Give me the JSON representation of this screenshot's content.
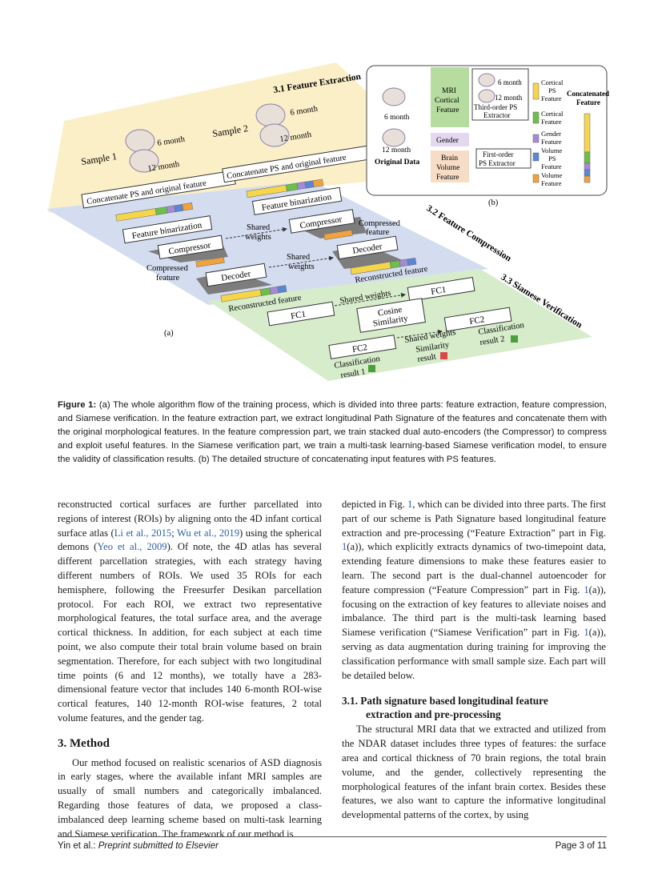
{
  "figure": {
    "section_extraction": "3.1 Feature Extraction",
    "section_compression": "3.2 Feature Compression",
    "section_verification": "3.3 Siamese Verification",
    "sample1": "Sample 1",
    "sample2": "Sample 2",
    "month6": "6 month",
    "month12": "12 month",
    "concat": "Concatenate PS and original feature",
    "binarization": "Feature binarization",
    "compressor": "Compressor",
    "decoder": "Decoder",
    "shared_weights": "Shared",
    "shared_weights2": "weights",
    "shared_weights_full": "Shared weights",
    "compressed1": "Compressed",
    "compressed2": "feature",
    "reconstructed": "Reconstructed feature",
    "fc1": "FC1",
    "fc2": "FC2",
    "cosine1": "Cosine",
    "cosine2": "Similarity",
    "class_result1a": "Classification",
    "class_result1b": "result 1",
    "class_result2a": "Classification",
    "class_result2b": "result 2",
    "sim_result1": "Similarity",
    "sim_result2": "result",
    "label_a": "(a)",
    "label_b": "(b)",
    "inset": {
      "mri1": "MRI",
      "mri2": "Cortical",
      "mri3": "Feature",
      "month6": "6 month",
      "month12": "12 month",
      "third1": "Third-order PS",
      "third2": "Extractor",
      "original": "Original Data",
      "gender": "Gender",
      "brain1": "Brain",
      "brain2": "Volume",
      "brain3": "Feature",
      "first1": "First-order",
      "first2": "PS Extractor",
      "cps1": "Cortical",
      "cps2": "PS",
      "cps3": "Feature",
      "cf1": "Cortical",
      "cf2": "Feature",
      "gf1": "Gender",
      "gf2": "Feature",
      "vps1": "Volume",
      "vps2": "PS",
      "vps3": "Feature",
      "vf1": "Volume",
      "vf2": "Feature",
      "concat1": "Concatenated",
      "concat2": "Feature"
    },
    "colors": {
      "extraction_bg": "#fbefc8",
      "compression_bg": "#d4ddf0",
      "verification_bg": "#d6eccb",
      "box_fill": "#ffffff",
      "inset_green": "#b6dca0",
      "inset_purple": "#e3d8f0",
      "inset_peach": "#f7dcc6",
      "bar_yellow": "#f5d64a",
      "bar_orange": "#f2a23c",
      "bar_green": "#6cc04a",
      "bar_purple": "#a58bd6",
      "bar_blue": "#5b86d6"
    }
  },
  "caption": {
    "label": "Figure 1:",
    "text": " (a) The whole algorithm flow of the training process, which is divided into three parts: feature extraction, feature compression, and Siamese verification. In the feature extraction part, we extract longitudinal Path Signature of the features and concatenate them with the original morphological features. In the feature compression part, we train stacked dual auto-encoders (the Compressor) to compress and exploit useful features. In the Siamese verification part, we train a multi-task learning-based Siamese verification model, to ensure the validity of classification results. (b) The detailed structure of concatenating input features with PS features."
  },
  "left_column": {
    "p1_a": "reconstructed cortical surfaces are further parcellated into regions of interest (ROIs) by aligning onto the 4D infant cortical surface atlas (",
    "cite_li": "Li et al., 2015",
    "p1_b": "; ",
    "cite_wu": "Wu et al., 2019",
    "p1_c": ") using the spherical demons (",
    "cite_yeo": "Yeo et al., 2009",
    "p1_d": "). Of note, the 4D atlas has several different parcellation strategies, with each strategy having different numbers of ROIs. We used 35 ROIs for each hemisphere, following the Freesurfer Desikan parcellation protocol. For each ROI, we extract two representative morphological features, the total surface area, and the average cortical thickness. In addition, for each subject at each time point, we also compute their total brain volume based on brain segmentation. Therefore, for each subject with two longitudinal time points (6 and 12 months), we totally have a 283-dimensional feature vector that includes 140 6-month ROI-wise cortical features, 140 12-month ROI-wise features, 2 total volume features, and the gender tag.",
    "heading": "3.  Method",
    "p2": "Our method focused on realistic scenarios of ASD diagnosis in early stages, where the available infant MRI samples are usually of small numbers and categorically imbalanced. Regarding those features of data, we proposed a class-imbalanced deep learning scheme based on multi-task learning and Siamese verification. The framework of our method is"
  },
  "right_column": {
    "p1_a": "depicted in Fig. ",
    "ref1": "1",
    "p1_b": ", which can be divided into three parts. The first part of our scheme is Path Signature based longitudinal feature extraction and pre-processing (“Feature Extraction” part in Fig. ",
    "ref2": "1",
    "p1_c": "(a)), which explicitly extracts dynamics of two-timepoint data, extending feature dimensions to make these features easier to learn. The second part is the dual-channel autoencoder for feature compression (“Feature Compression” part in Fig. ",
    "ref3": "1",
    "p1_d": "(a)), focusing on the extraction of key features to alleviate noises and imbalance. The third part is the multi-task learning based Siamese verification (“Siamese Verification” part in Fig. ",
    "ref4": "1",
    "p1_e": "(a)), serving as data augmentation during training for improving the classification performance with small sample size. Each part will be detailed below.",
    "heading1": "3.1.  Path signature based longitudinal feature",
    "heading2": "extraction and pre-processing",
    "p2": "The structural MRI data that we extracted and utilized from the NDAR dataset includes three types of features: the surface area and cortical thickness of 70 brain regions, the total brain volume, and the gender, collectively representing the morphological features of the infant brain cortex. Besides these features, we also want to capture the informative longitudinal developmental patterns of the cortex, by using"
  },
  "footer": {
    "authors": "Yin et al.: ",
    "venue": "Preprint submitted to Elsevier",
    "page": "Page 3 of 11"
  }
}
